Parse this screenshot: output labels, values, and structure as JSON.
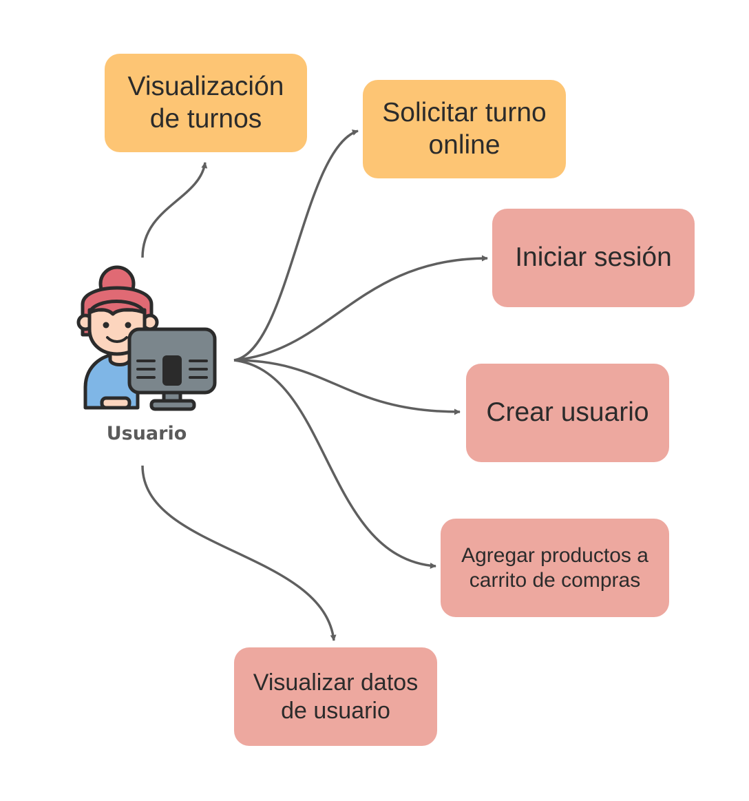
{
  "actor": {
    "label": "Usuario",
    "icon": "user-at-computer-icon"
  },
  "nodes": [
    {
      "id": "visualizacion-turnos",
      "label": "Visualización\nde turnos",
      "style": "orange"
    },
    {
      "id": "solicitar-turno",
      "label": "Solicitar turno\nonline",
      "style": "orange"
    },
    {
      "id": "iniciar-sesion",
      "label": "Iniciar sesión",
      "style": "pink"
    },
    {
      "id": "crear-usuario",
      "label": "Crear usuario",
      "style": "pink"
    },
    {
      "id": "agregar-productos",
      "label": "Agregar productos a\ncarrito de compras",
      "style": "pink"
    },
    {
      "id": "visualizar-datos",
      "label": "Visualizar datos\nde usuario",
      "style": "pink"
    }
  ],
  "edges": [
    {
      "from": "Usuario",
      "to": "visualizacion-turnos"
    },
    {
      "from": "Usuario",
      "to": "solicitar-turno"
    },
    {
      "from": "Usuario",
      "to": "iniciar-sesion"
    },
    {
      "from": "Usuario",
      "to": "crear-usuario"
    },
    {
      "from": "Usuario",
      "to": "agregar-productos"
    },
    {
      "from": "Usuario",
      "to": "visualizar-datos"
    }
  ],
  "colors": {
    "orange": "#fdc574",
    "pink": "#eda89f",
    "arrow": "#5f5f5f"
  }
}
